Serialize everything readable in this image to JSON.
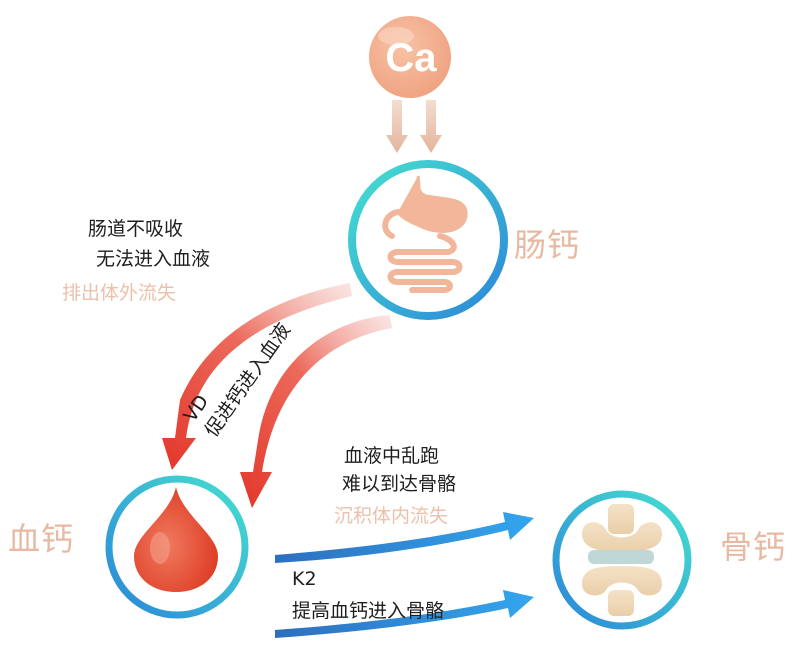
{
  "nodes": {
    "calcium": {
      "symbol": "Ca"
    },
    "intestine": {
      "label": "肠钙"
    },
    "blood": {
      "label": "血钙"
    },
    "bone": {
      "label": "骨钙"
    }
  },
  "gut_block": {
    "line1": "肠道不吸收",
    "line2": "无法进入血液",
    "line3": "排出体外流失"
  },
  "vd_path": {
    "agent": "VD",
    "text": "促进钙进入血液"
  },
  "blood_block": {
    "line1": "血液中乱跑",
    "line2": "难以到达骨骼",
    "line3": "沉积体内流失"
  },
  "k2_path": {
    "agent": "K2",
    "text": "提高血钙进入骨骼"
  },
  "colors": {
    "circle_teal": "#3fd6cf",
    "circle_blue": "#2f8fd8",
    "calcium_ball": "#f2b090",
    "down_arrow": "#e8c6b3",
    "red_arrow": "#e33a2c",
    "blue_arrow": "#2a8fdc",
    "label_peach": "#e8b9a2",
    "text_dark": "#1e1e1e"
  }
}
